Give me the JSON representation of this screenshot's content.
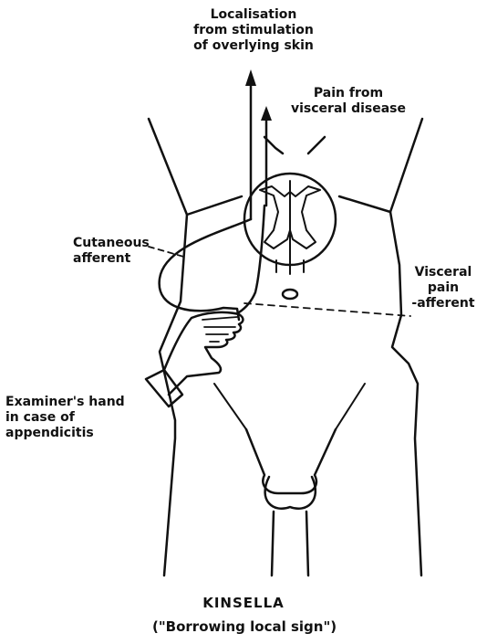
{
  "labels": {
    "localisation": [
      "Localisation",
      "from stimulation",
      "of overlying skin"
    ],
    "pain_visceral": [
      "Pain from",
      "visceral disease"
    ],
    "cutaneous": [
      "Cutaneous",
      "afferent"
    ],
    "visceral_afferent": [
      "Visceral",
      "pain",
      "-afferent"
    ],
    "examiner": [
      "Examiner's hand",
      "in case of",
      "appendicitis"
    ],
    "credit": "KINSELLA",
    "caption": "(\"Borrowing local sign\")"
  },
  "colors": {
    "ink": "#111111",
    "paper": "#ffffff"
  }
}
